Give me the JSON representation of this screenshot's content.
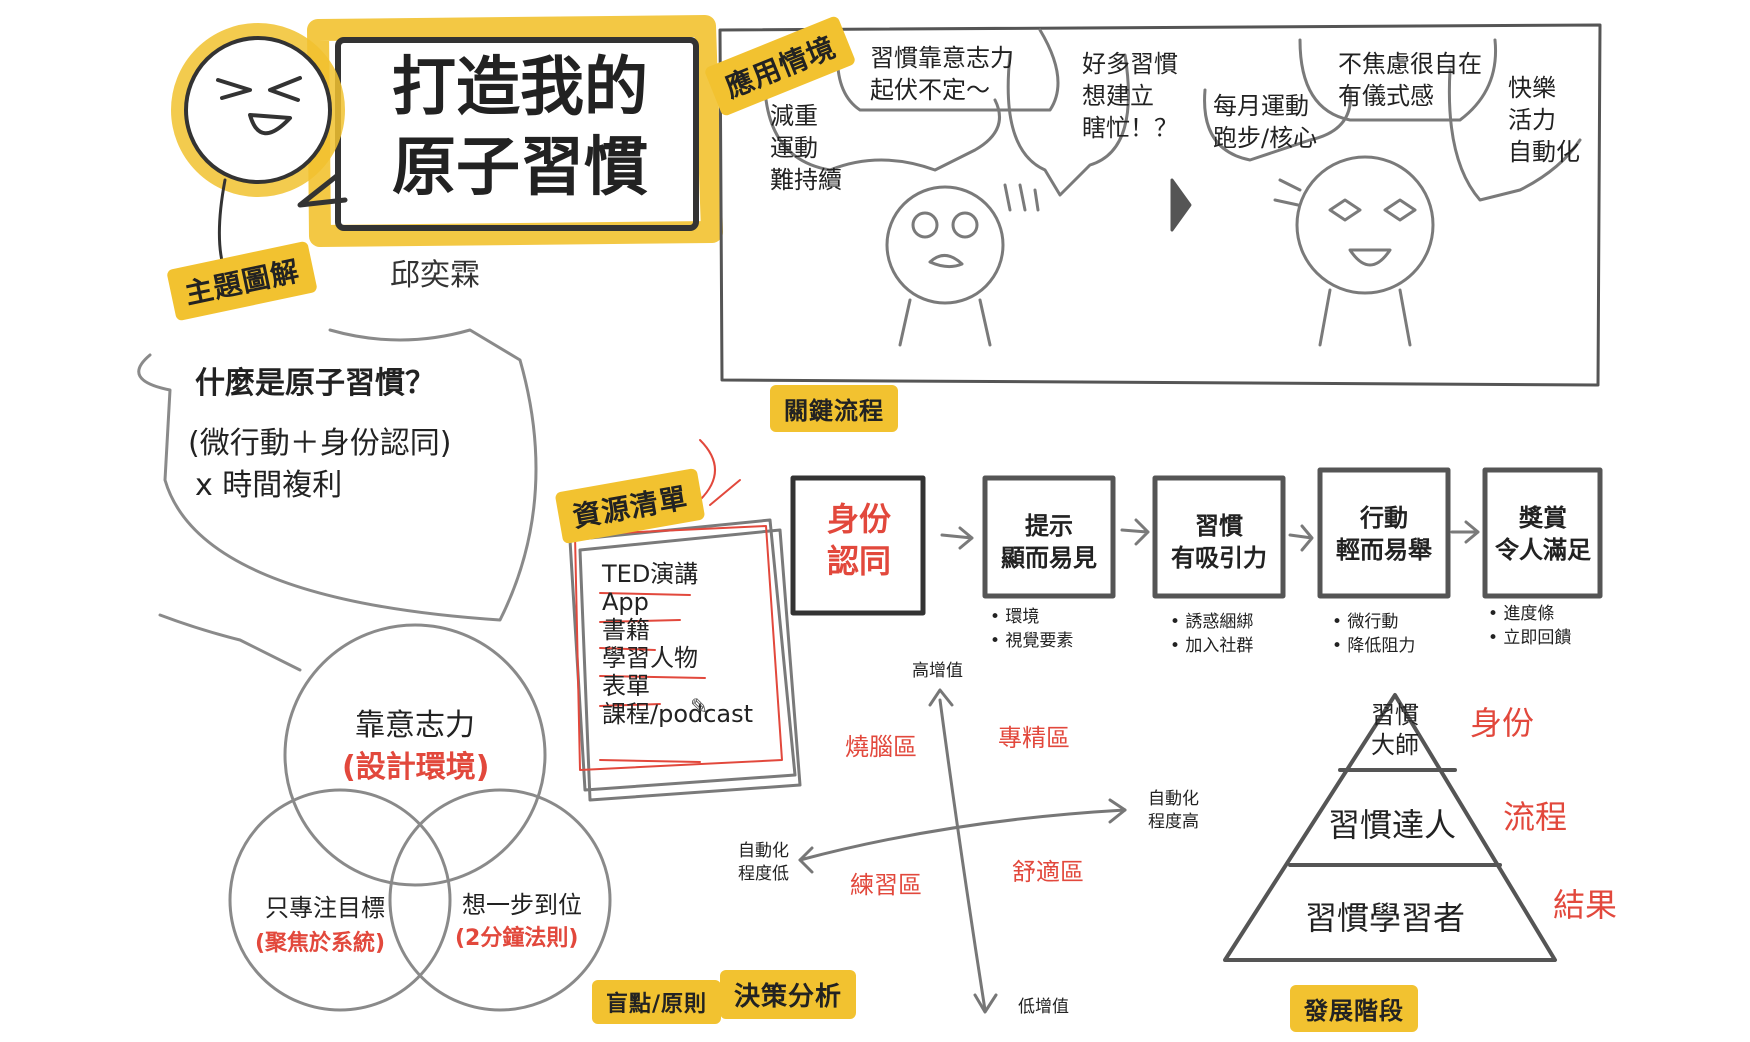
{
  "header": {
    "title_line1": "打造我的",
    "title_line2": "原子習慣",
    "author": "邱奕霖"
  },
  "tags": {
    "theme": "主題圖解",
    "scenario": "應用情境",
    "process": "關鍵流程",
    "resources": "資源清單",
    "blindspot": "盲點/原則",
    "decision": "決策分析",
    "stages": "發展階段"
  },
  "definition": {
    "question": "什麼是原子習慣？",
    "formula_line1": "(微行動＋身份認同)",
    "formula_line2": "x 時間複利"
  },
  "scenario": {
    "bubble_left1": "減重\n運動\n難持續",
    "bubble_left2": "習慣靠意志力\n起伏不定～",
    "bubble_left3": "好多習慣\n想建立\n瞎忙！？",
    "bubble_right1": "每月運動\n跑步/核心",
    "bubble_right2": "不焦慮很自在\n有儀式感",
    "bubble_right3": "快樂\n活力\n自動化"
  },
  "resources": {
    "items": [
      "TED演講",
      "App",
      "書籍",
      "學習人物",
      "表單",
      "課程/podcast"
    ]
  },
  "process": {
    "identity": "身份\n認同",
    "steps": [
      {
        "title": "提示\n顯而易見",
        "notes": "• 環境\n• 視覺要素"
      },
      {
        "title": "習慣\n有吸引力",
        "notes": "• 誘惑綑綁\n• 加入社群"
      },
      {
        "title": "行動\n輕而易舉",
        "notes": "• 微行動\n• 降低阻力"
      },
      {
        "title": "獎賞\n令人滿足",
        "notes": "• 進度條\n• 立即回饋"
      }
    ]
  },
  "venn": {
    "top": "靠意志力",
    "top_fix": "(設計環境)",
    "left": "只專注目標",
    "left_fix": "(聚焦於系統)",
    "right": "想一步到位",
    "right_fix": "(2分鐘法則)"
  },
  "matrix": {
    "y_top": "高增值",
    "y_bottom": "低增值",
    "x_right": "自動化\n程度高",
    "x_left": "自動化\n程度低",
    "zones": {
      "top_left": "燒腦區",
      "top_right": "專精區",
      "bottom_left": "練習區",
      "bottom_right": "舒適區"
    }
  },
  "pyramid": {
    "levels": [
      "習慣\n大師",
      "習慣達人",
      "習慣學習者"
    ],
    "labels": [
      "身份",
      "流程",
      "結果"
    ]
  },
  "colors": {
    "accent": "#f2c230",
    "red": "#e2483c",
    "ink": "#333333",
    "line": "#8a8a8a"
  }
}
